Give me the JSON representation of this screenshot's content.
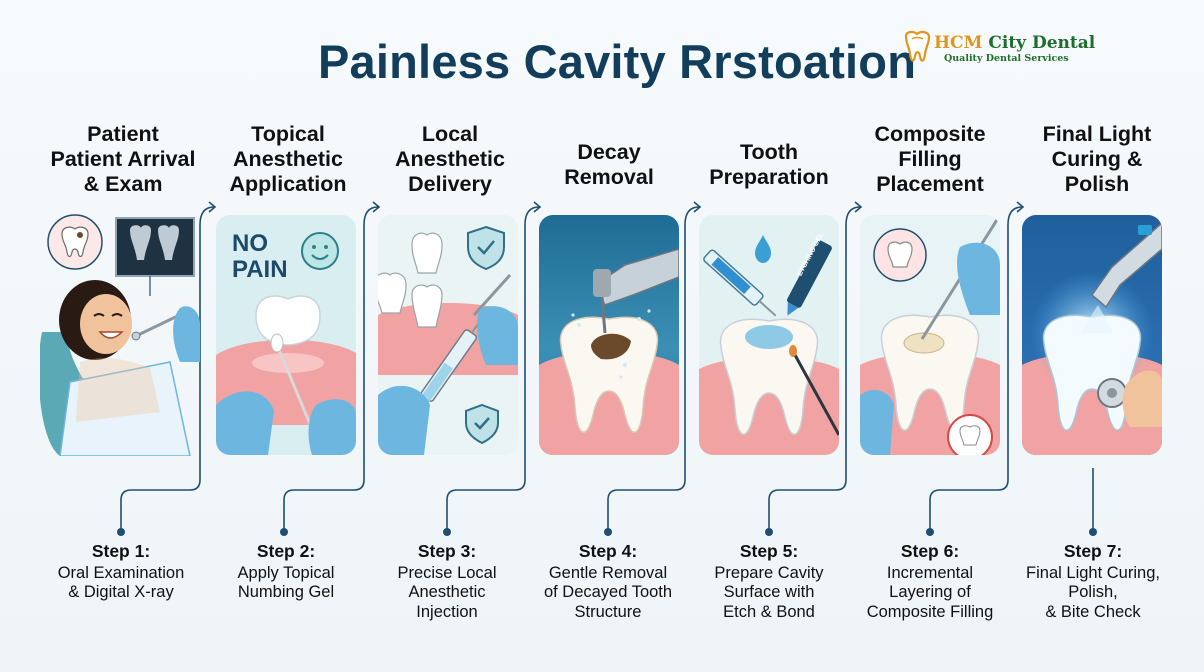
{
  "title": "Painless Cavity Rrstoation",
  "brand": {
    "name_prefix": "HCM",
    "name_rest": " City Dental",
    "tagline": "Quality Dental Services"
  },
  "panel_text": {
    "no": "NO",
    "pain": "PAIN",
    "etching_gel": "ETCHING GEL"
  },
  "steps": [
    {
      "heading": [
        "Patient",
        "Patient Arrival",
        "& Exam"
      ],
      "label": "Step 1:",
      "caption": [
        "Oral Examination",
        "& Digital X-ray"
      ]
    },
    {
      "heading": [
        "Topical",
        "Anesthetic",
        "Application"
      ],
      "label": "Step 2:",
      "caption": [
        "Apply Topical",
        "Numbing Gel"
      ]
    },
    {
      "heading": [
        "Local",
        "Anesthetic",
        "Delivery"
      ],
      "label": "Step 3:",
      "caption": [
        "Precise Local",
        "Anesthetic",
        "Injection"
      ]
    },
    {
      "heading": [
        "Decay",
        "Removal"
      ],
      "label": "Step 4:",
      "caption": [
        "Gentle Removal",
        "of Decayed Tooth",
        "Structure"
      ]
    },
    {
      "heading": [
        "Tooth",
        "Preparation"
      ],
      "label": "Step 5:",
      "caption": [
        "Prepare Cavity",
        "Surface with",
        "Etch & Bond"
      ]
    },
    {
      "heading": [
        "Composite",
        "Filling",
        "Placement"
      ],
      "label": "Step 6:",
      "caption": [
        "Incremental",
        "Layering of",
        "Composite Filling"
      ]
    },
    {
      "heading": [
        "Final Light",
        "Curing &",
        "Polish"
      ],
      "label": "Step 7:",
      "caption": [
        "Final Light Curing,",
        "Polish,",
        "& Bite Check"
      ]
    }
  ],
  "colors": {
    "title": "#123e5c",
    "connector": "#1f4f70",
    "glove": "#6cb6e0",
    "gum": "#f1a3a3",
    "panel_bg": "#d9eef2",
    "brand_orange": "#e0961e",
    "brand_green": "#1d6e2c"
  }
}
